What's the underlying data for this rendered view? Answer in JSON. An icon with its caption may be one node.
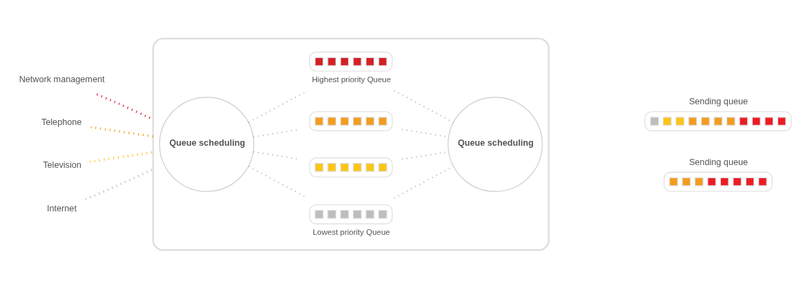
{
  "diagram": {
    "nodes": [
      {
        "text": [
          "Network management"
        ]
      },
      {
        "text": [
          "Telephone"
        ]
      },
      {
        "text": [
          "Television"
        ]
      },
      {
        "text": [
          "Internet"
        ]
      },
      {
        "text": [],
        "shape": "box"
      },
      {
        "text": [
          "Queue scheduling"
        ],
        "in": 4
      },
      {
        "text": [],
        "shape": "bar",
        "in": 4,
        "beside": [
          "Highest priority Queue"
        ]
      },
      {
        "text": [],
        "shape": "bar",
        "in": 4
      },
      {
        "text": [],
        "shape": "bar",
        "in": 4
      },
      {
        "text": [],
        "shape": "bar",
        "in": 4,
        "beside": [
          "Lowest priority Queue"
        ]
      },
      {
        "text": [
          "Queue scheduling"
        ],
        "in": 4
      },
      {
        "text": [
          "Sending queue"
        ]
      },
      {
        "text": [
          "Sending queue"
        ]
      }
    ],
    "edges": [
      {
        "from": 0,
        "to": 4,
        "arrow": "none",
        "style": "dashed",
        "color": "#d42027"
      },
      {
        "from": 1,
        "to": 4,
        "arrow": "none",
        "style": "dashed",
        "color": "#f39c1f"
      },
      {
        "from": 2,
        "to": 4,
        "arrow": "none",
        "style": "dashed",
        "color": "#fcc515"
      },
      {
        "from": 3,
        "to": 4,
        "arrow": "none",
        "style": "dashed",
        "color": "#bdbdbd"
      },
      {
        "from": 5,
        "to": 6,
        "arrow": "none",
        "style": "dashed"
      },
      {
        "from": 5,
        "to": 7,
        "arrow": "none",
        "style": "dashed"
      },
      {
        "from": 5,
        "to": 8,
        "arrow": "none",
        "style": "dashed"
      },
      {
        "from": 5,
        "to": 9,
        "arrow": "none",
        "style": "dashed"
      },
      {
        "from": 6,
        "to": 10,
        "arrow": "none",
        "style": "dashed"
      },
      {
        "from": 7,
        "to": 10,
        "arrow": "none",
        "style": "dashed"
      },
      {
        "from": 8,
        "to": 10,
        "arrow": "none",
        "style": "dashed"
      },
      {
        "from": 9,
        "to": 10,
        "arrow": "none",
        "style": "dashed"
      }
    ]
  }
}
